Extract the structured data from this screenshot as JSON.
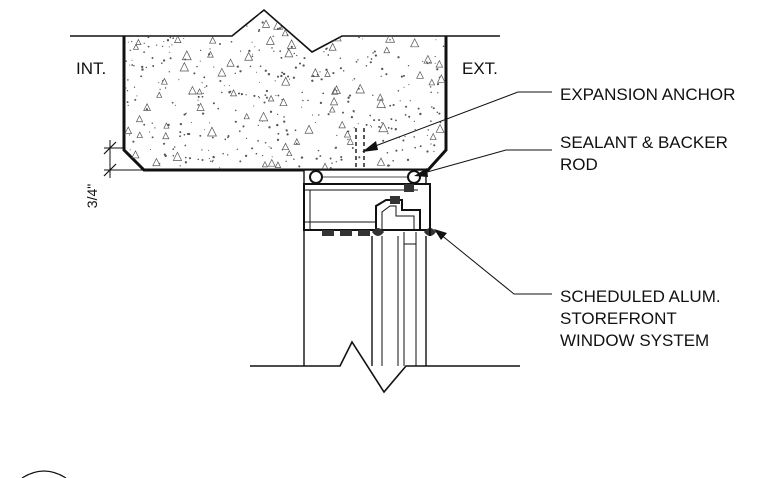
{
  "side_labels": {
    "interior": "INT.",
    "exterior": "EXT."
  },
  "dimension": "3/4\"",
  "callouts": [
    {
      "id": "expansion-anchor",
      "lines": [
        "EXPANSION ANCHOR"
      ]
    },
    {
      "id": "sealant-backer-rod",
      "lines": [
        "SEALANT & BACKER",
        "ROD"
      ]
    },
    {
      "id": "storefront-window",
      "lines": [
        "SCHEDULED ALUM.",
        "STOREFRONT",
        "WINDOW SYSTEM"
      ]
    }
  ],
  "colors": {
    "line": "#111111",
    "concrete_fill": "#ffffff",
    "speckle": "#555555"
  }
}
